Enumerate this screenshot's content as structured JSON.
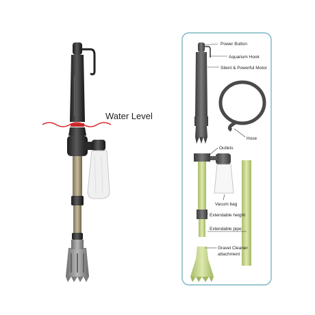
{
  "left_figure": {
    "water_level_label": "Water Level",
    "water_line_color": "#d8262b"
  },
  "diagram": {
    "panel_border_color": "#7ab5c2",
    "parts": [
      {
        "key": "power_button",
        "label": "Power Button"
      },
      {
        "key": "aquarium_hook",
        "label": "Aquarium Hook"
      },
      {
        "key": "motor",
        "label": "Silent & Powerful Motor"
      },
      {
        "key": "hose",
        "label": "Hose"
      },
      {
        "key": "outlets",
        "label": "Outlets"
      },
      {
        "key": "vacuum_bag",
        "label": "Vacum bag"
      },
      {
        "key": "extendable_height",
        "label": "Extendable height"
      },
      {
        "key": "extendable_pipe",
        "label": "Extendable pipe"
      },
      {
        "key": "gravel_cleaner_1",
        "label": "Gravel Cleaner"
      },
      {
        "key": "gravel_cleaner_2",
        "label": "attachment"
      }
    ],
    "pipe_color": "#c9db8e"
  }
}
